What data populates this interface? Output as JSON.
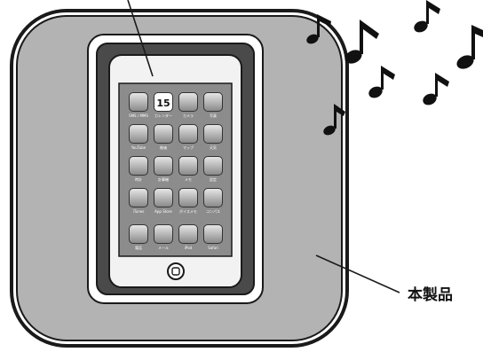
{
  "callout_label": "本製品",
  "calendar_day": "15",
  "apps": [
    {
      "label": "SMS / MMS",
      "icon": "sms-icon"
    },
    {
      "label": "カレンダー",
      "icon": "calendar-icon"
    },
    {
      "label": "カメラ",
      "icon": "camera-icon"
    },
    {
      "label": "写真",
      "icon": "photos-icon"
    },
    {
      "label": "YouTube",
      "icon": "youtube-icon"
    },
    {
      "label": "株価",
      "icon": "stocks-icon"
    },
    {
      "label": "マップ",
      "icon": "maps-icon"
    },
    {
      "label": "天気",
      "icon": "weather-icon"
    },
    {
      "label": "時計",
      "icon": "clock-icon"
    },
    {
      "label": "計算機",
      "icon": "calculator-icon"
    },
    {
      "label": "メモ",
      "icon": "notes-icon"
    },
    {
      "label": "設定",
      "icon": "settings-icon"
    },
    {
      "label": "iTunes",
      "icon": "itunes-icon"
    },
    {
      "label": "App Store",
      "icon": "app-store-icon"
    },
    {
      "label": "ボイスメモ",
      "icon": "voice-memo-icon"
    },
    {
      "label": "コンパス",
      "icon": "compass-icon"
    },
    {
      "label": "電話",
      "icon": "phone-icon"
    },
    {
      "label": "メール",
      "icon": "mail-icon"
    },
    {
      "label": "iPod",
      "icon": "ipod-icon"
    },
    {
      "label": "Safari",
      "icon": "safari-icon"
    }
  ],
  "colors": {
    "speaker_body": "#b3b3b3",
    "outline": "#1a1a1a",
    "screen": "#8c8c8c",
    "device": "#f2f2f2"
  }
}
